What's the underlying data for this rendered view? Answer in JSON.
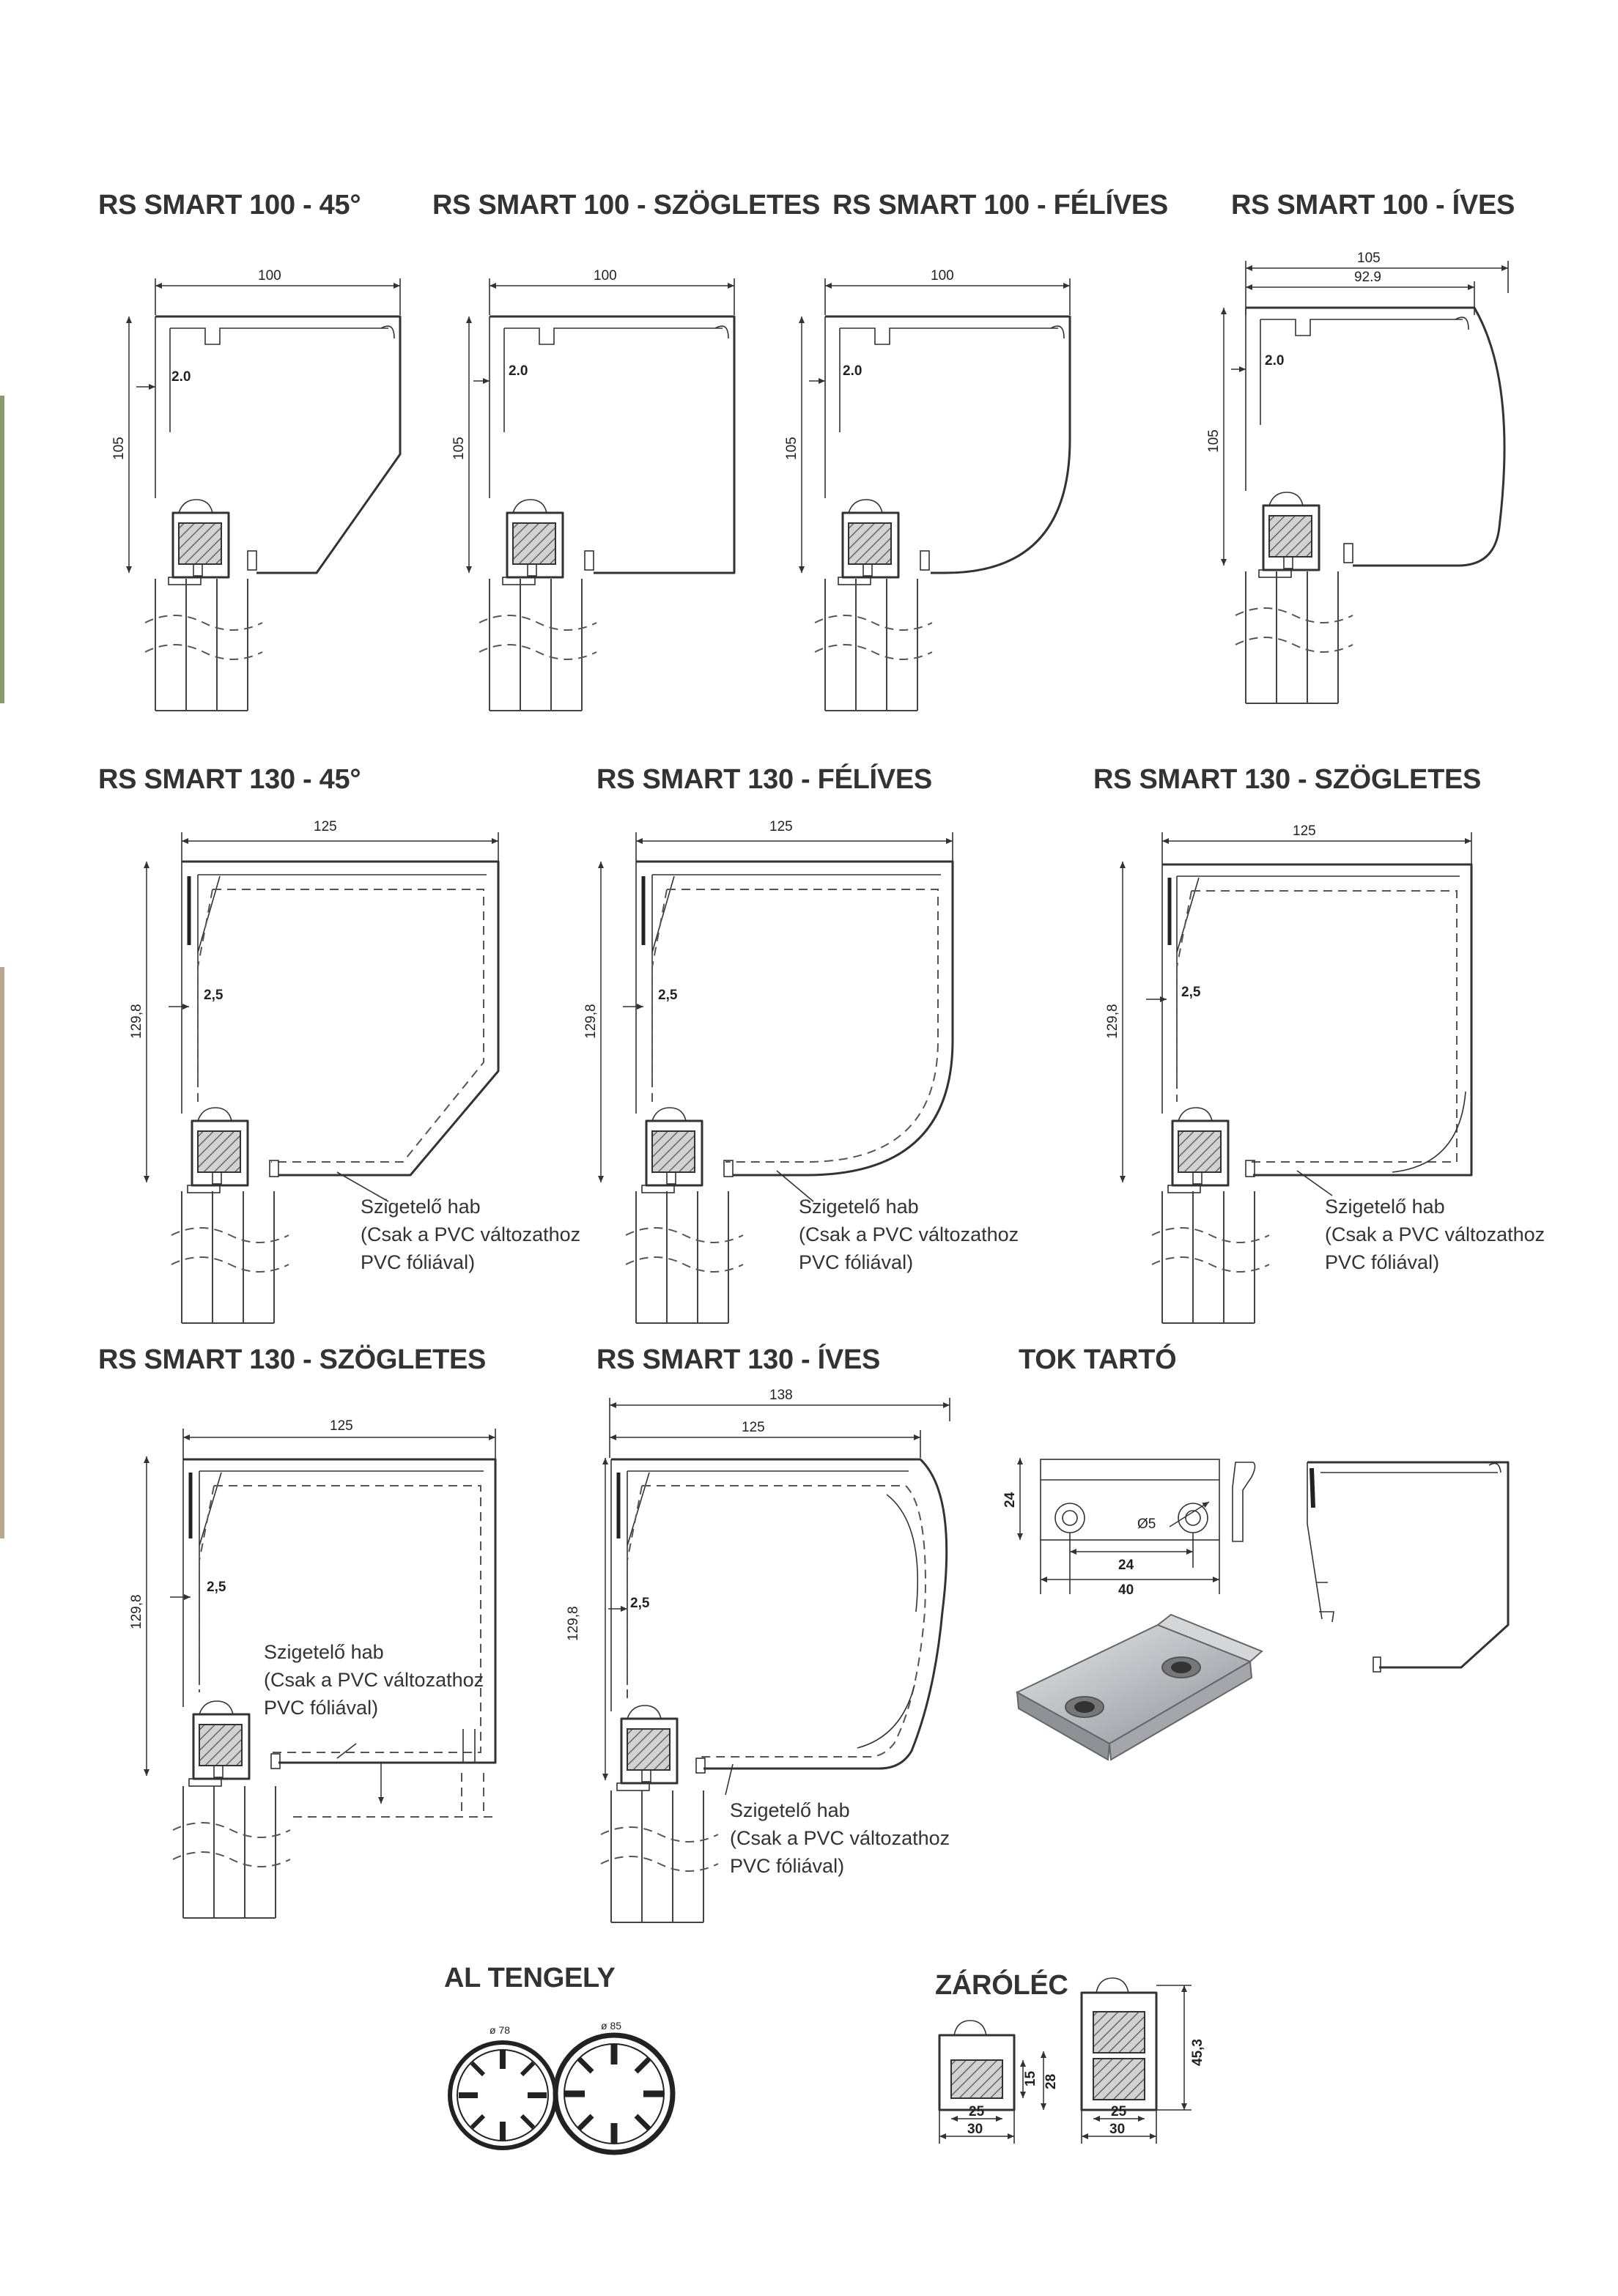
{
  "titles": {
    "rs100_45": "RS SMART 100 - 45°",
    "rs100_sz": "RS SMART 100 - SZÖGLETES",
    "rs100_fel": "RS SMART 100 - FÉLÍVES",
    "rs100_ives": "RS SMART 100 - ÍVES",
    "rs130_45": "RS SMART 130 - 45°",
    "rs130_fel": "RS SMART 130 - FÉLÍVES",
    "rs130_sz": "RS SMART 130 - SZÖGLETES",
    "rs130_sz2": "RS SMART 130 - SZÖGLETES",
    "rs130_ives": "RS SMART 130 - ÍVES",
    "tok_tarto": "TOK TARTÓ",
    "al_tengely": "AL TENGELY",
    "zarolec": "ZÁRÓLÉC"
  },
  "dims": {
    "w100": "100",
    "w105": "105",
    "w929": "92.9",
    "h105": "105",
    "t20": "2.0",
    "w125": "125",
    "w138": "138",
    "h1298": "129,8",
    "t25": "2,5",
    "tok_h": "24",
    "tok_d": "Ø5",
    "tok_w24": "24",
    "tok_w40": "40",
    "d78": "ø 78",
    "d85": "ø 85",
    "z15": "15",
    "z28": "28",
    "z453": "45,3",
    "z25": "25",
    "z30": "30"
  },
  "note": {
    "l1": "Szigetelő hab",
    "l2": "(Csak a PVC változathoz",
    "l3": "PVC fóliával)"
  },
  "colors": {
    "line": "#333333",
    "hatch": "#777777",
    "metal": "#b9bcc0"
  }
}
